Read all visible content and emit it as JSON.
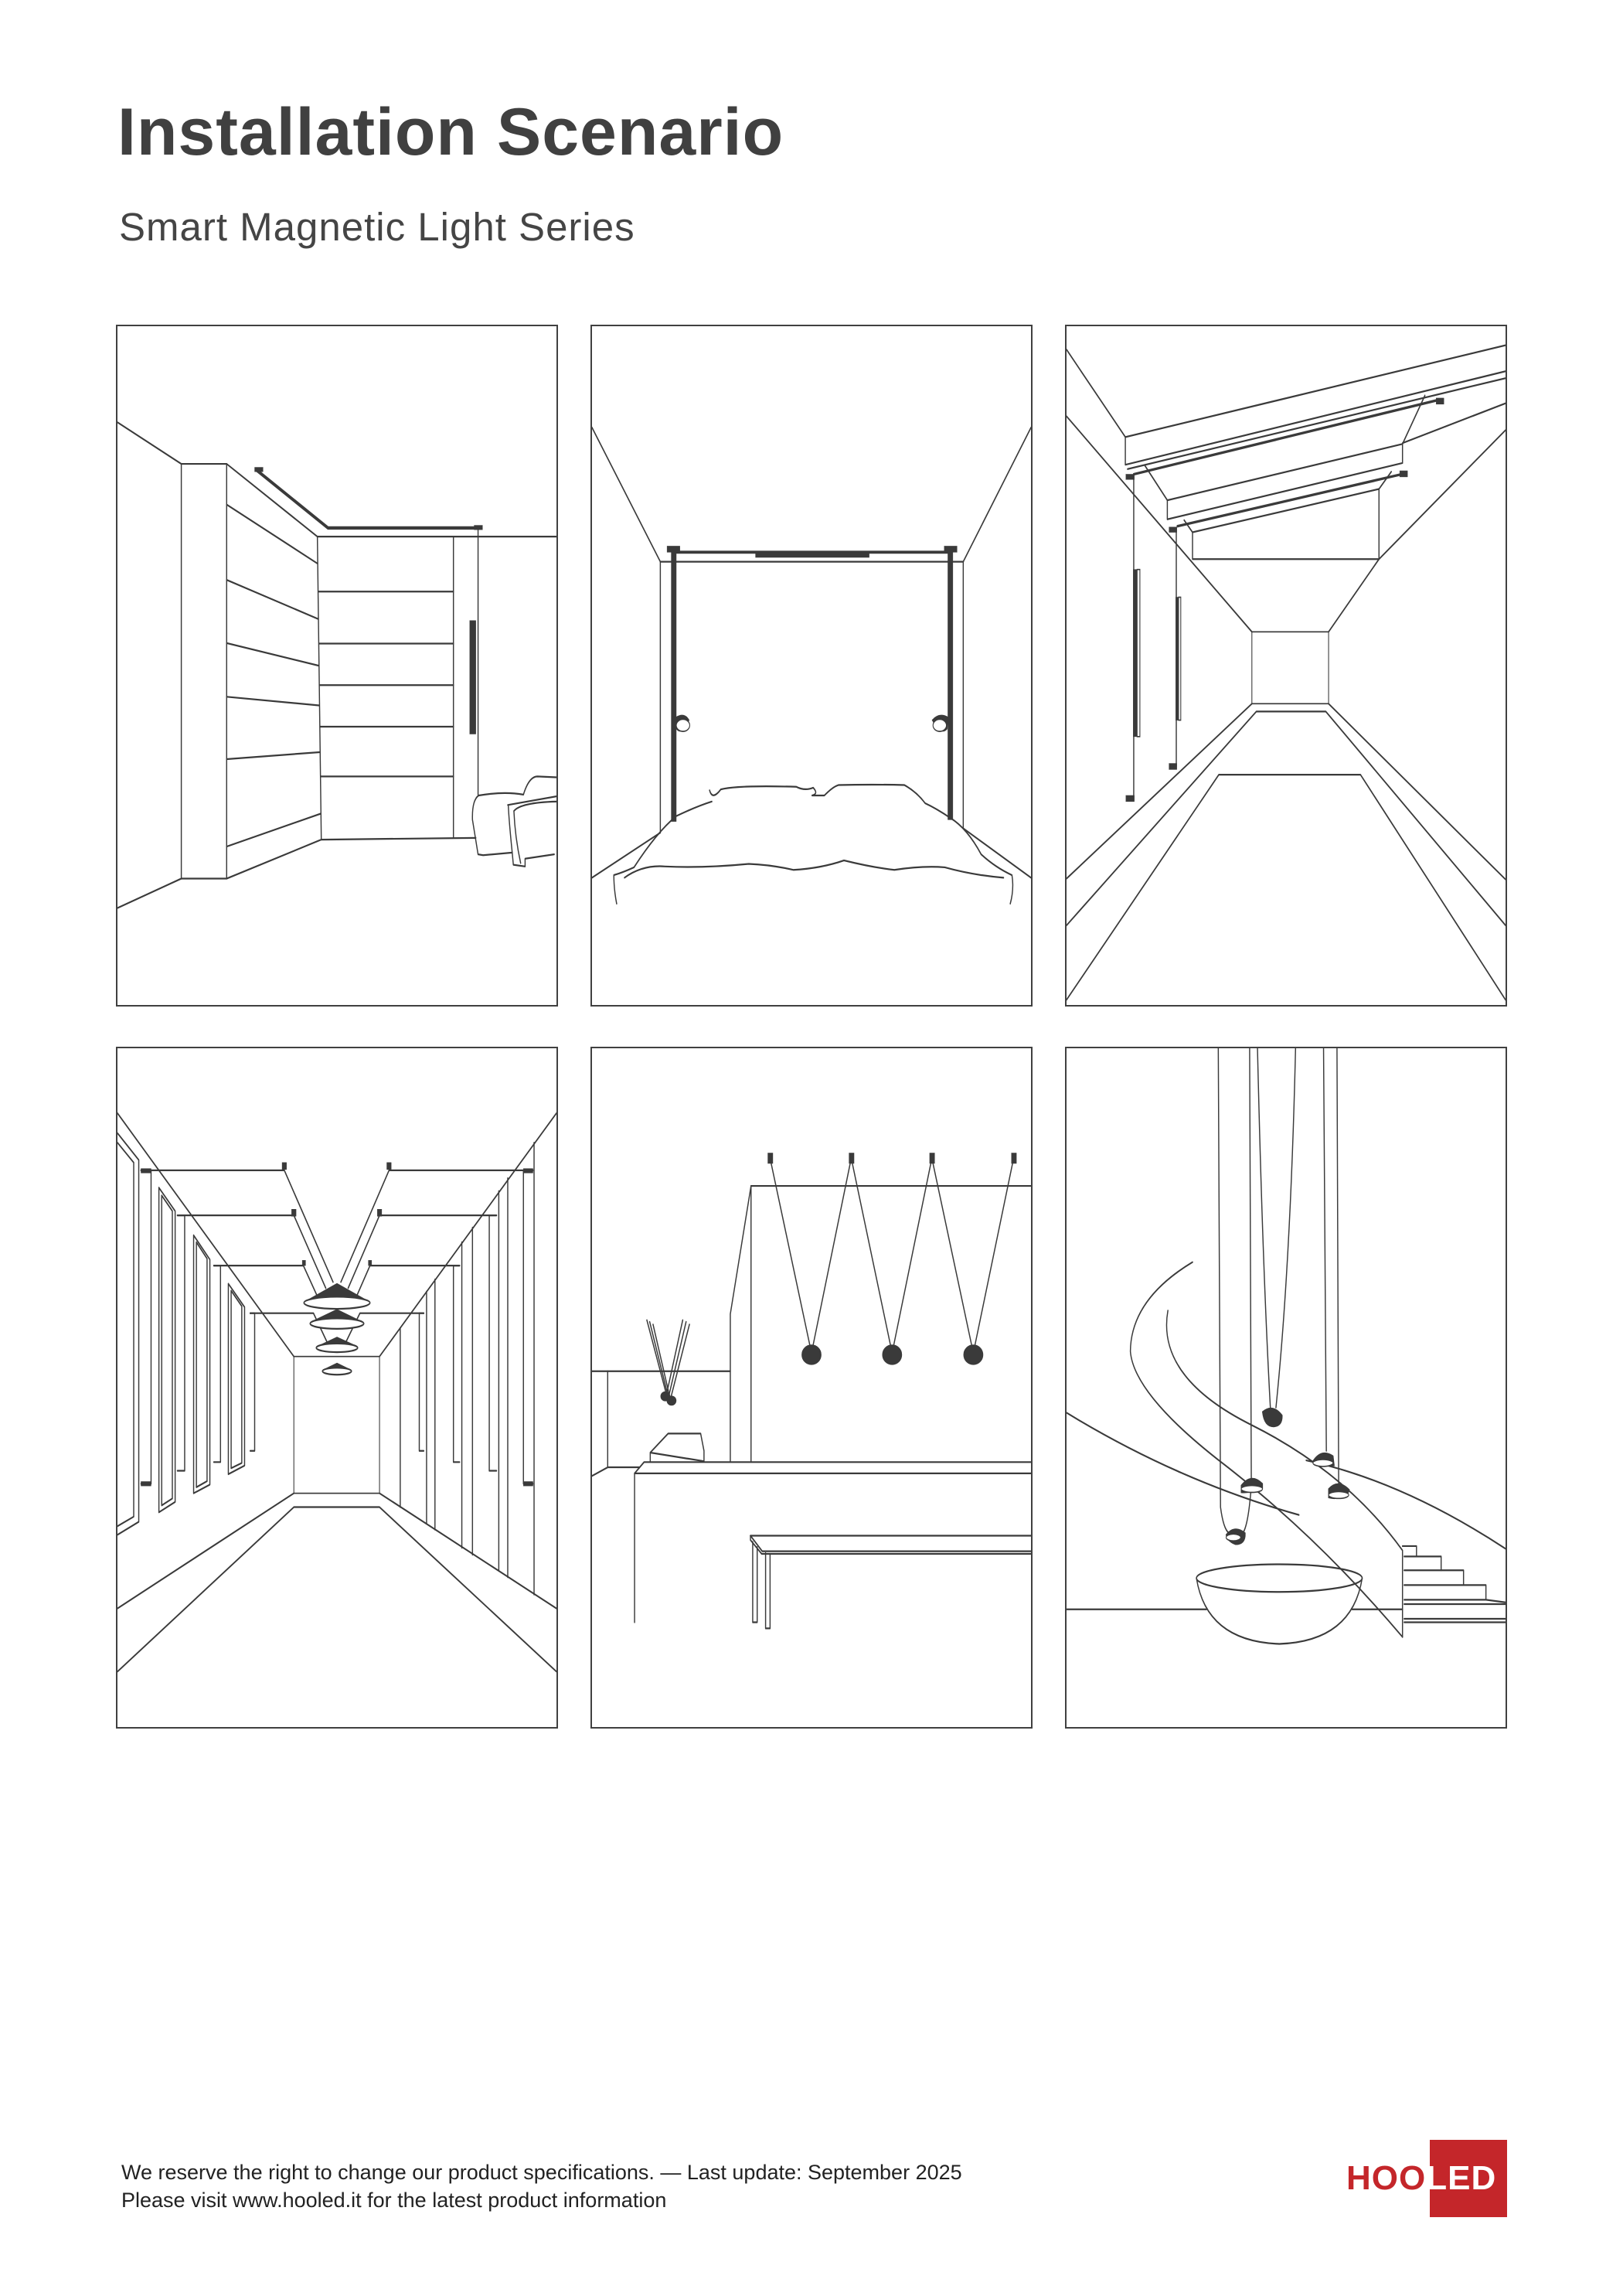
{
  "header": {
    "title": "Installation Scenario",
    "subtitle": "Smart Magnetic Light Series"
  },
  "scenarios": [
    {
      "id": 1,
      "description": "Living room corner with ceiling track and wall-mounted linear light"
    },
    {
      "id": 2,
      "description": "Bedroom with ceiling track and two wall spotlights beside bed"
    },
    {
      "id": 3,
      "description": "Corridor with ceiling beams, track lights and vertical wall lights"
    },
    {
      "id": 4,
      "description": "Long hallway with pendant cone lamps and wall track lights"
    },
    {
      "id": 5,
      "description": "Kitchen/dining with zig-zag suspended pendant lights"
    },
    {
      "id": 6,
      "description": "Atrium with spiral staircase and hanging dome pendants"
    }
  ],
  "footer": {
    "line1": "We reserve the right to change our product specifications. — Last update: September 2025",
    "line2": "Please visit www.hooled.it for the latest product information"
  },
  "logo": {
    "part1": "HOO",
    "part2": "LED",
    "brand_color": "#c4262a"
  },
  "colors": {
    "text": "#404040",
    "line": "#3a3a3a",
    "brand": "#c4262a"
  }
}
